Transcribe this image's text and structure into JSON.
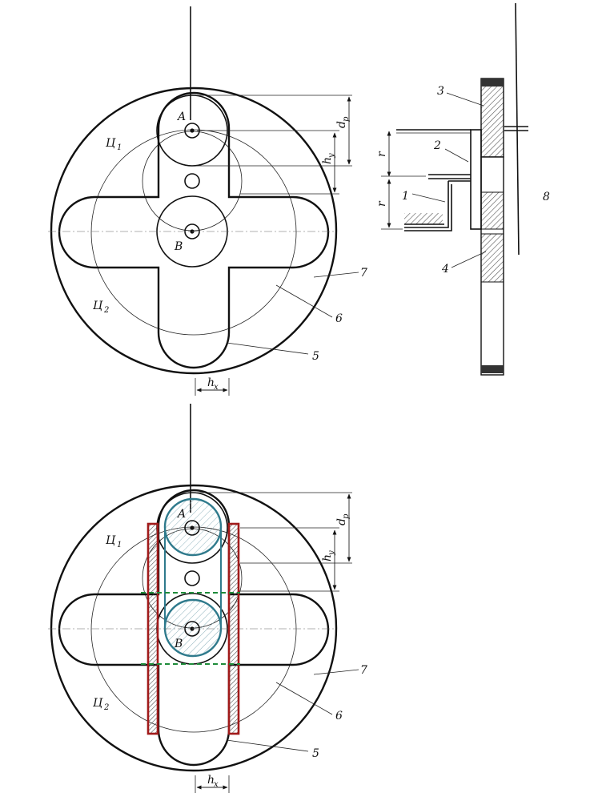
{
  "labels": {
    "point_a": "A",
    "point_b": "B",
    "zone_1": "Ц",
    "zone_1_sub": "1",
    "zone_2": "Ц",
    "zone_2_sub": "2",
    "part_5": "5",
    "part_6": "6",
    "part_7": "7",
    "dim_dp": "d",
    "dim_dp_sub": "p",
    "dim_hy": "h",
    "dim_hy_sub": "y",
    "dim_hx": "h",
    "dim_hx_sub": "x",
    "side_1": "1",
    "side_2": "2",
    "side_3": "3",
    "side_4": "4",
    "side_8": "8",
    "side_r_top": "r",
    "side_r_bottom": "r"
  },
  "colors": {
    "line": "#111111",
    "hatch": "#555555",
    "highlight_red": "#a11a1a",
    "highlight_teal": "#2f7a8c",
    "highlight_green": "#1e8c3a"
  }
}
